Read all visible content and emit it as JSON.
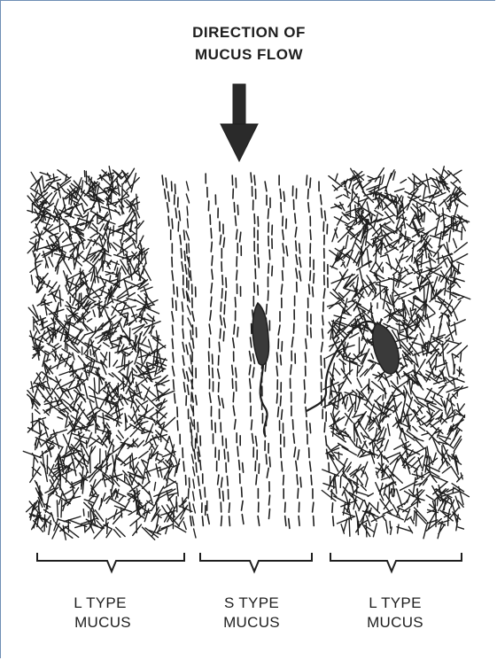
{
  "title": {
    "line1": "DIRECTION OF",
    "line2": "MUCUS FLOW"
  },
  "regions": [
    {
      "line1": "L TYPE",
      "line2": "MUCUS"
    },
    {
      "line1": "S TYPE",
      "line2": "MUCUS"
    },
    {
      "line1": "L TYPE",
      "line2": "MUCUS"
    }
  ],
  "colors": {
    "ink": "#1e1e1e",
    "frame": "#6f8fb5"
  }
}
